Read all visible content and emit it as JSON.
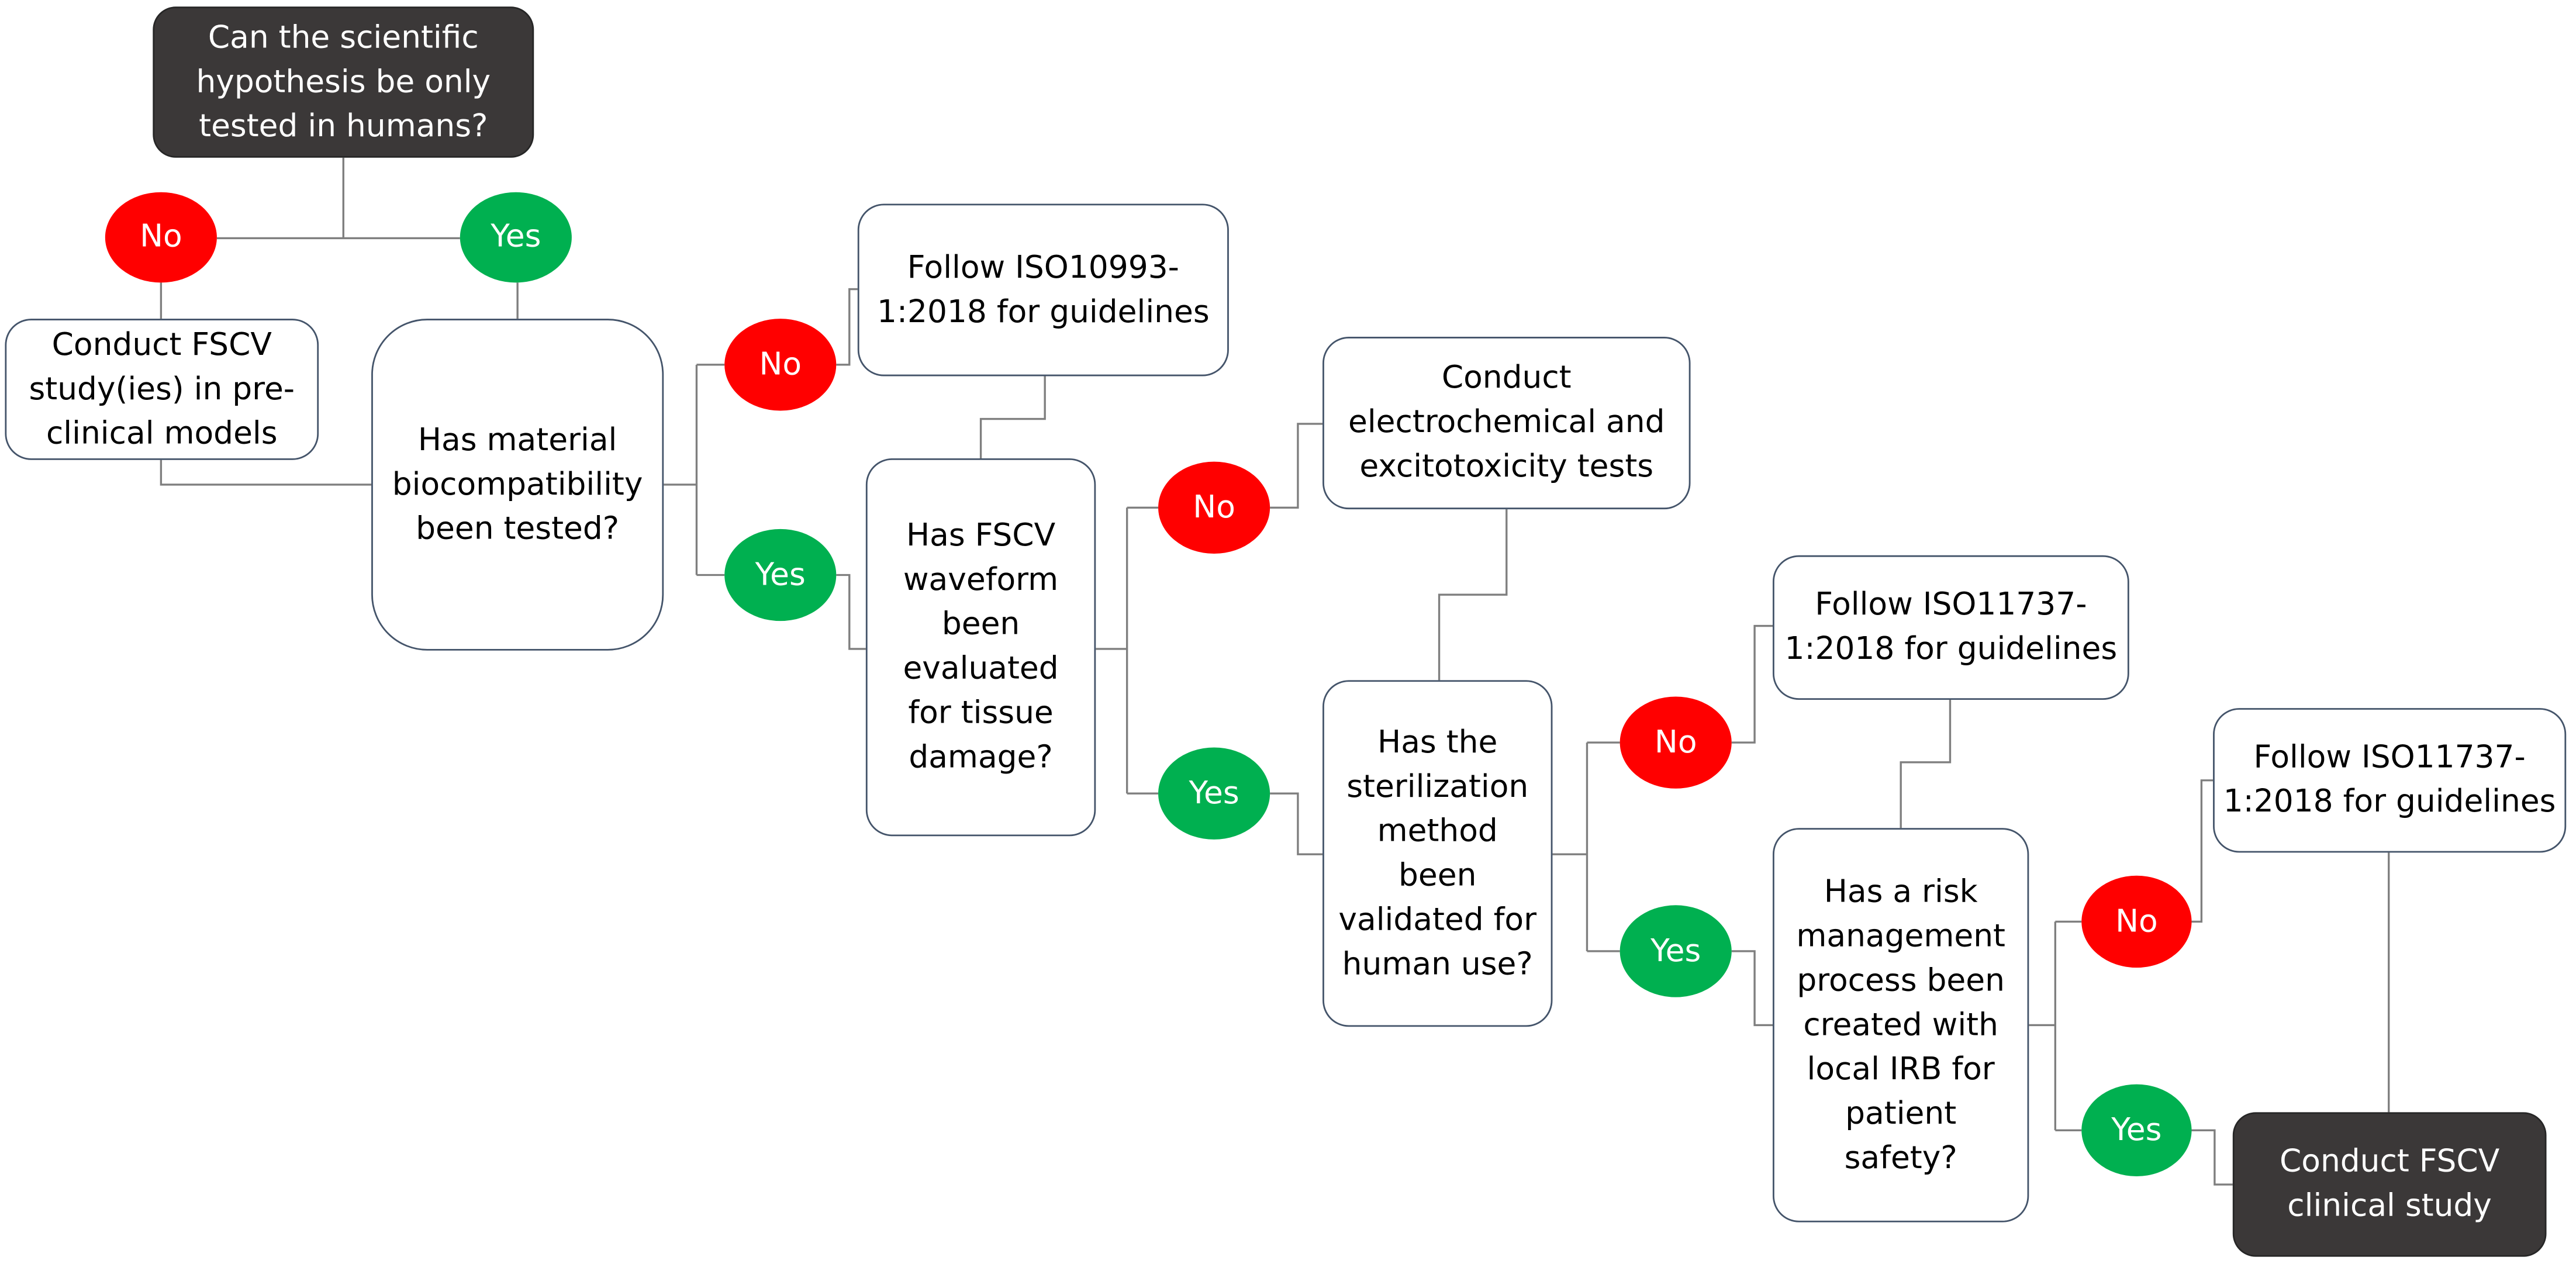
{
  "colors": {
    "no": "#ff0000",
    "yes": "#00b050",
    "dark_box": "#3b3838",
    "connector": "#7f7f7f",
    "box_border": "#44546a"
  },
  "start_question": "Can the scientific\nhypothesis be only\ntested in humans?",
  "labels": {
    "no": "No",
    "yes": "Yes"
  },
  "preclinical": "Conduct FSCV\nstudy(ies) in pre-\nclinical models",
  "q_biocompat": "Has material\nbiocompatibility\nbeen tested?",
  "iso10993": "Follow ISO10993-\n1:2018 for guidelines",
  "q_waveform": "Has FSCV\nwaveform\nbeen\nevaluated\nfor tissue\ndamage?",
  "electrochem": "Conduct\nelectrochemical and\nexcitotoxicity tests",
  "q_steril": "Has the\nsterilization\nmethod\nbeen\nvalidated for\nhuman use?",
  "iso11737_a": "Follow ISO11737-\n1:2018 for guidelines",
  "q_risk": "Has a risk\nmanagement\nprocess been\ncreated with\nlocal IRB for\npatient\nsafety?",
  "iso11737_b": "Follow ISO11737-\n1:2018 for guidelines",
  "final": "Conduct FSCV\nclinical study"
}
